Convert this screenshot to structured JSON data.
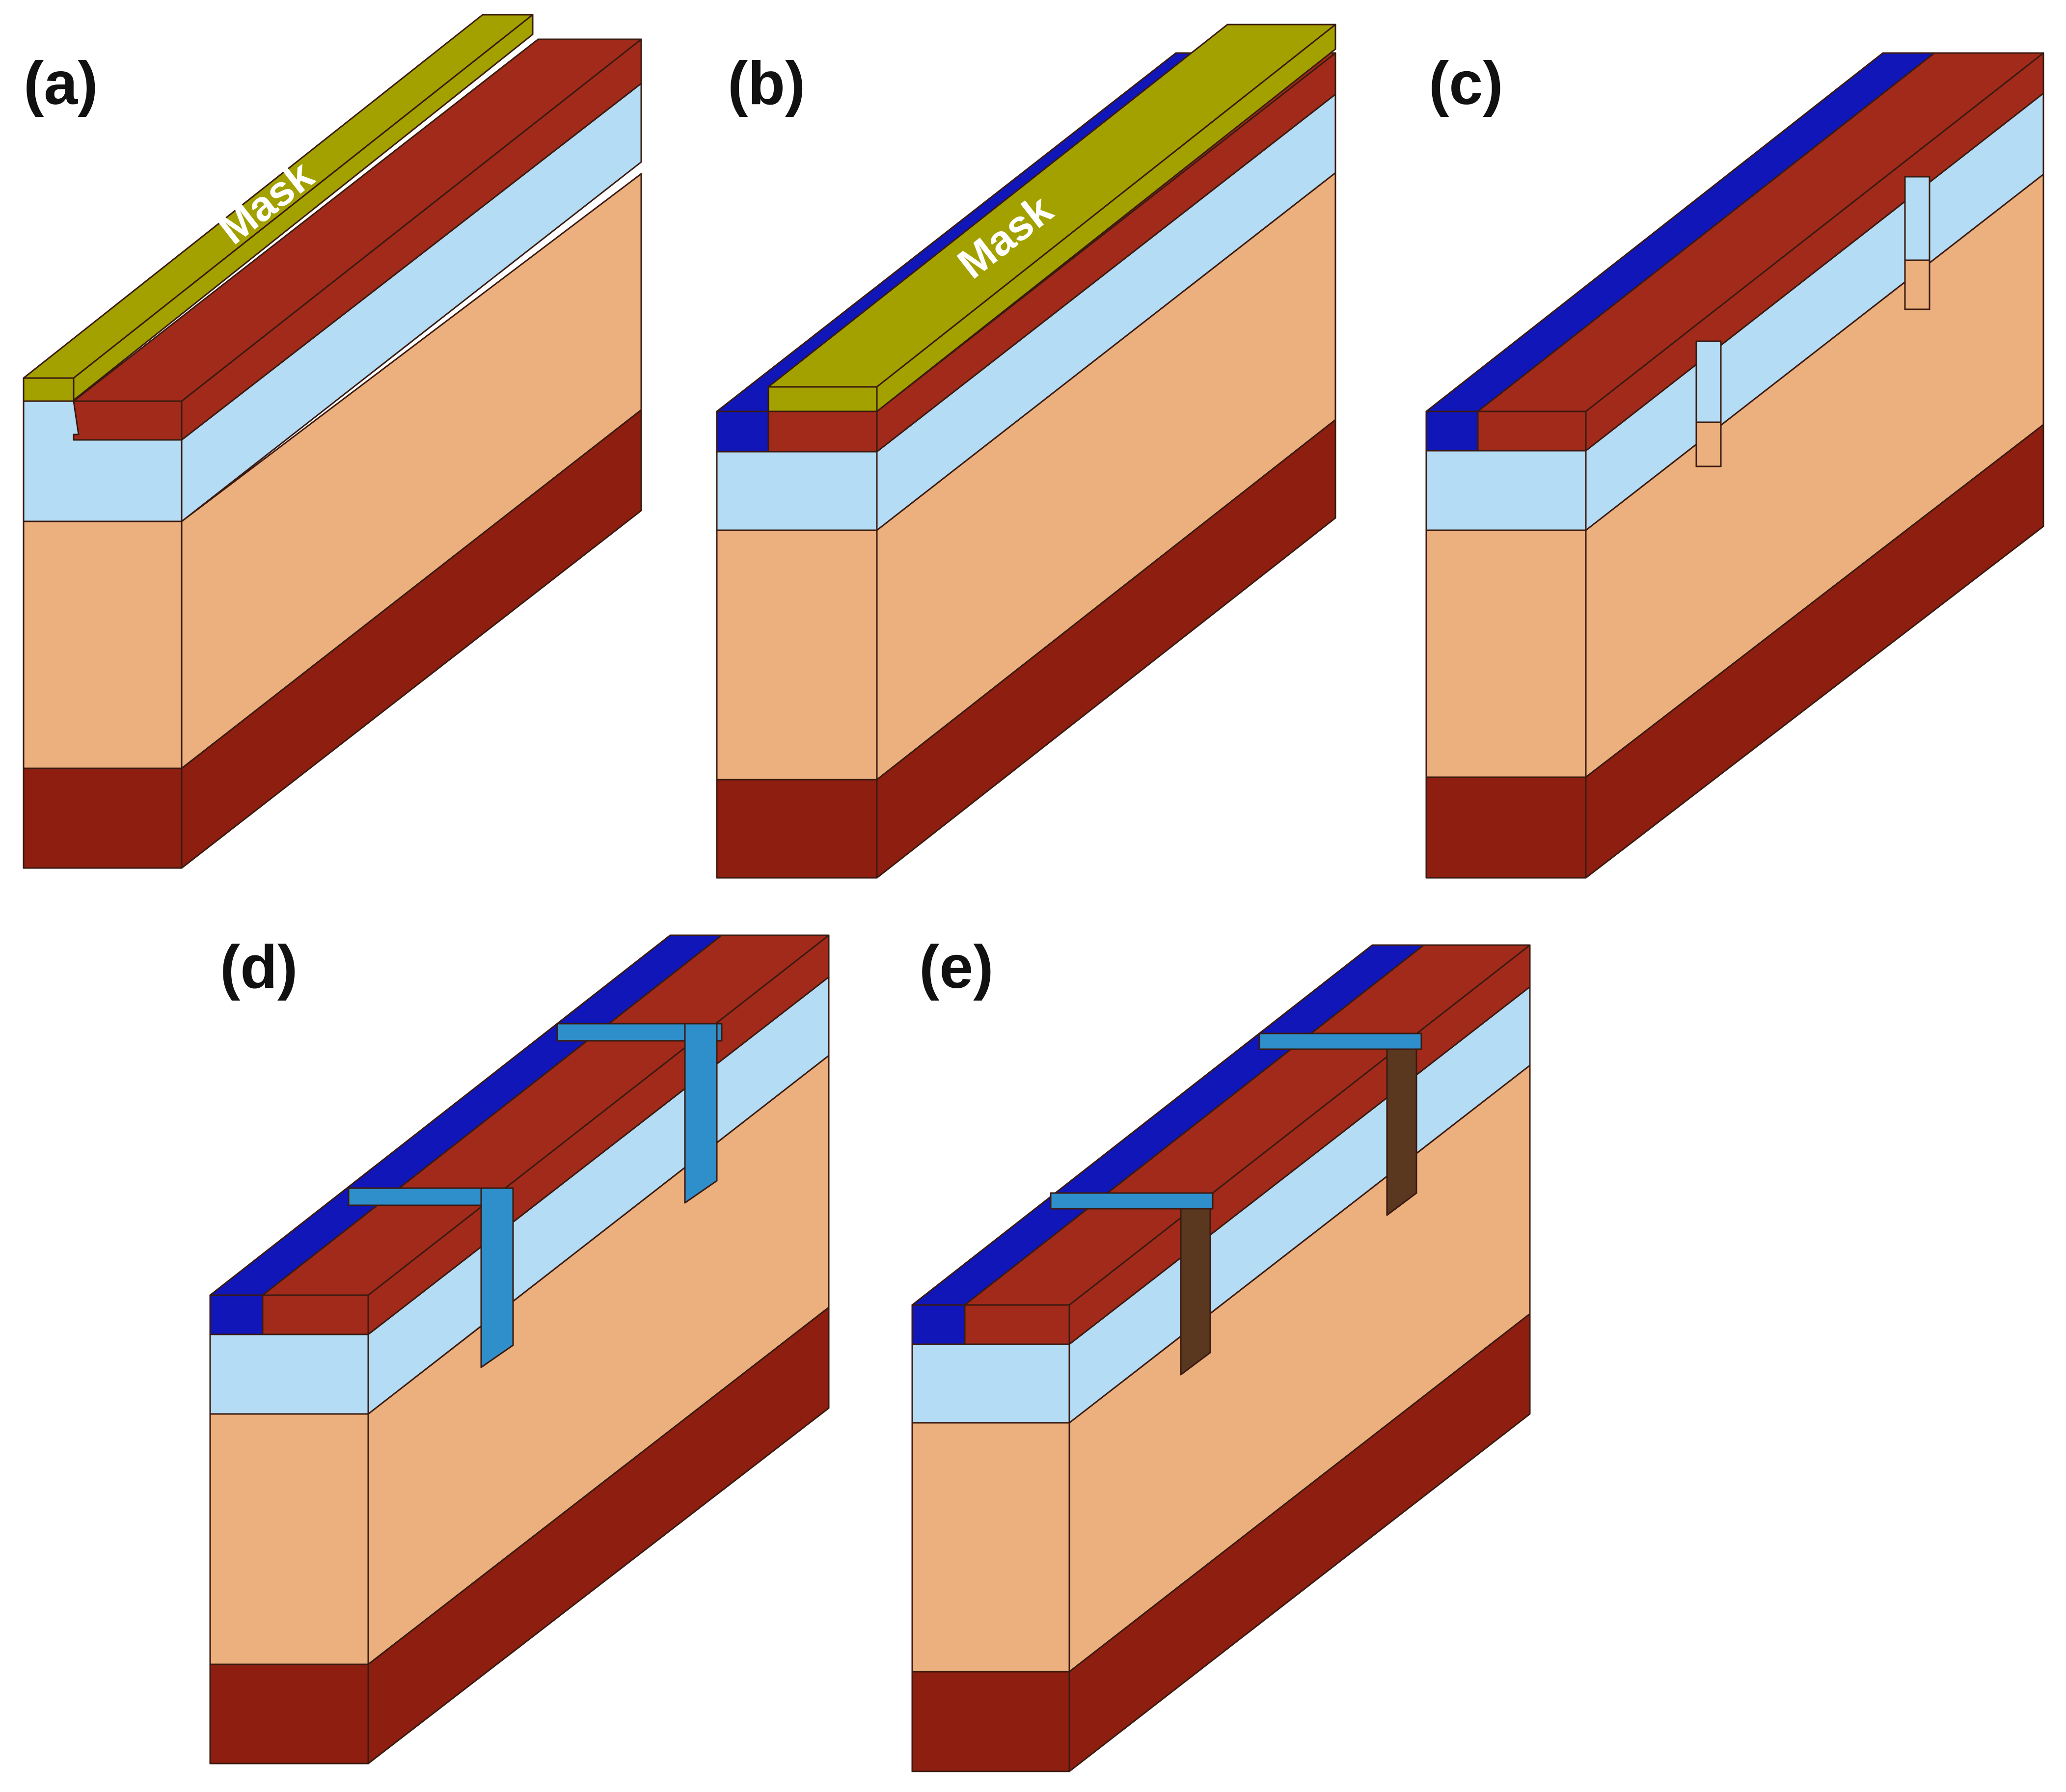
{
  "figure": {
    "panels": [
      {
        "id": "a",
        "label": "(a)",
        "mask_label": "Mask"
      },
      {
        "id": "b",
        "label": "(b)",
        "mask_label": "Mask"
      },
      {
        "id": "c",
        "label": "(c)"
      },
      {
        "id": "d",
        "label": "(d)"
      },
      {
        "id": "e",
        "label": "(e)"
      }
    ]
  },
  "colors": {
    "substrate": "#ECB07E",
    "bottom_layer": "#8E1E10",
    "buffer_layer": "#B4DCF4",
    "top_layer": "#A22A1A",
    "implant_region": "#1016B8",
    "mask": "#A3A100",
    "liner": "#2F8FCB",
    "fill": "#5A3820",
    "edge": "#3A1A10",
    "mask_text": "#FFFFFF"
  }
}
